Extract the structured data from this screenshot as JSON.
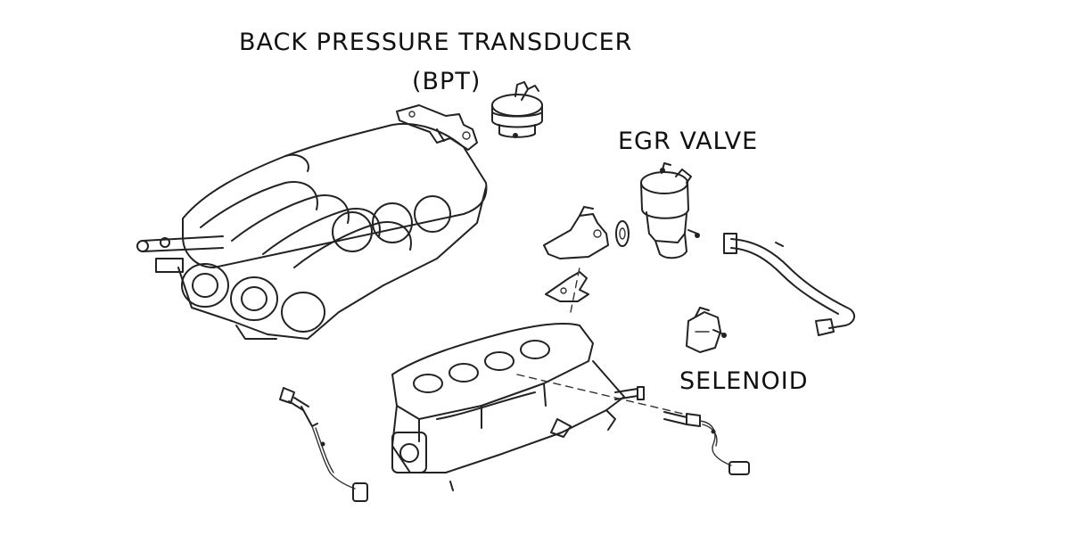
{
  "labels": {
    "bpt_line1": "BACK PRESSURE TRANSDUCER",
    "bpt_line2": "(BPT)",
    "egr_valve": "EGR VALVE",
    "solenoid": "SELENOID"
  },
  "colors": {
    "ink": "#222222",
    "background": "#ffffff"
  }
}
